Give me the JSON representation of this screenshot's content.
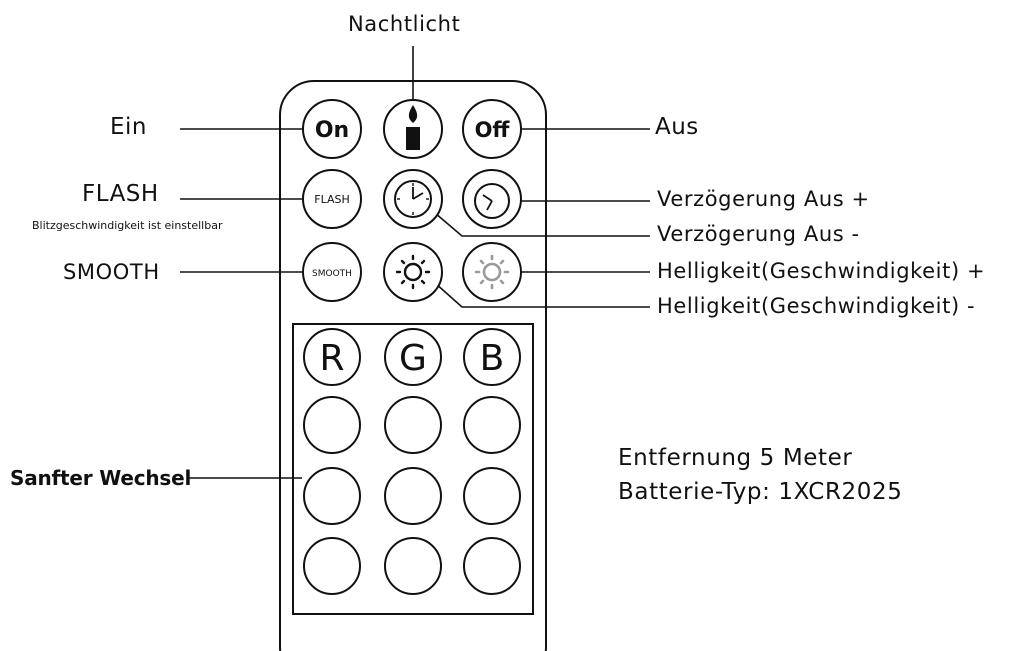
{
  "labels": {
    "night_light": "Nachtlicht",
    "on": "Ein",
    "off": "Aus",
    "flash": "FLASH",
    "flash_note": "Blitzgeschwindigkeit ist einstellbar",
    "smooth": "SMOOTH",
    "delay_off_plus": "Verzögerung Aus +",
    "delay_off_minus": "Verzögerung Aus -",
    "brightness_plus": "Helligkeit(Geschwindigkeit) +",
    "brightness_minus": "Helligkeit(Geschwindigkeit) -",
    "soft_change": "Sanfter Wechsel"
  },
  "buttons": {
    "on": "On",
    "off": "Off",
    "flash": "FLASH",
    "smooth": "SMOOTH",
    "red": "R",
    "green": "G",
    "blue": "B"
  },
  "info": {
    "range": "Entfernung 5 Meter",
    "battery": "Batterie-Typ: 1XCR2025"
  },
  "icons": [
    "candle-icon",
    "clock-icon",
    "clock-minus-icon",
    "sun-icon",
    "sun-dim-icon"
  ]
}
